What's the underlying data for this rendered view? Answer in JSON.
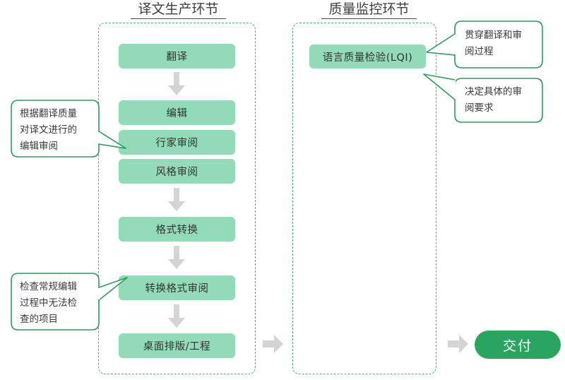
{
  "columns": [
    {
      "id": "production",
      "title": "译文生产环节"
    },
    {
      "id": "quality",
      "title": "质量监控环节"
    }
  ],
  "production_steps": [
    {
      "label": "翻译"
    },
    {
      "label": "编辑"
    },
    {
      "label": "行家审阅"
    },
    {
      "label": "风格审阅"
    },
    {
      "label": "格式转换"
    },
    {
      "label": "转换格式审阅"
    },
    {
      "label": "桌面排版/工程"
    }
  ],
  "quality_steps": [
    {
      "label": "语言质量检验(LQI)"
    }
  ],
  "delivery": {
    "label": "交付"
  },
  "callouts": [
    {
      "id": "edit-review",
      "text": "根据翻译质量\n对译文进行的\n编辑审阅"
    },
    {
      "id": "format-review",
      "text": "检查常规编辑\n过程中无法检\n查的项目"
    },
    {
      "id": "lqi-span",
      "text": "贯穿翻译和审\n阅过程"
    },
    {
      "id": "lqi-requirement",
      "text": "决定具体的审\n阅要求"
    }
  ],
  "icons": {
    "flow_arrow_down": "arrow-down-icon",
    "flow_arrow_right": "arrow-right-icon"
  },
  "colors": {
    "box_fill": "#92dab8",
    "delivery_fill": "#2aa55f",
    "lane_border": "#49b07c",
    "callout_border": "#2e9b5e",
    "arrow_gray": "#d4d4d4",
    "title_text": "#3f3f3f"
  }
}
